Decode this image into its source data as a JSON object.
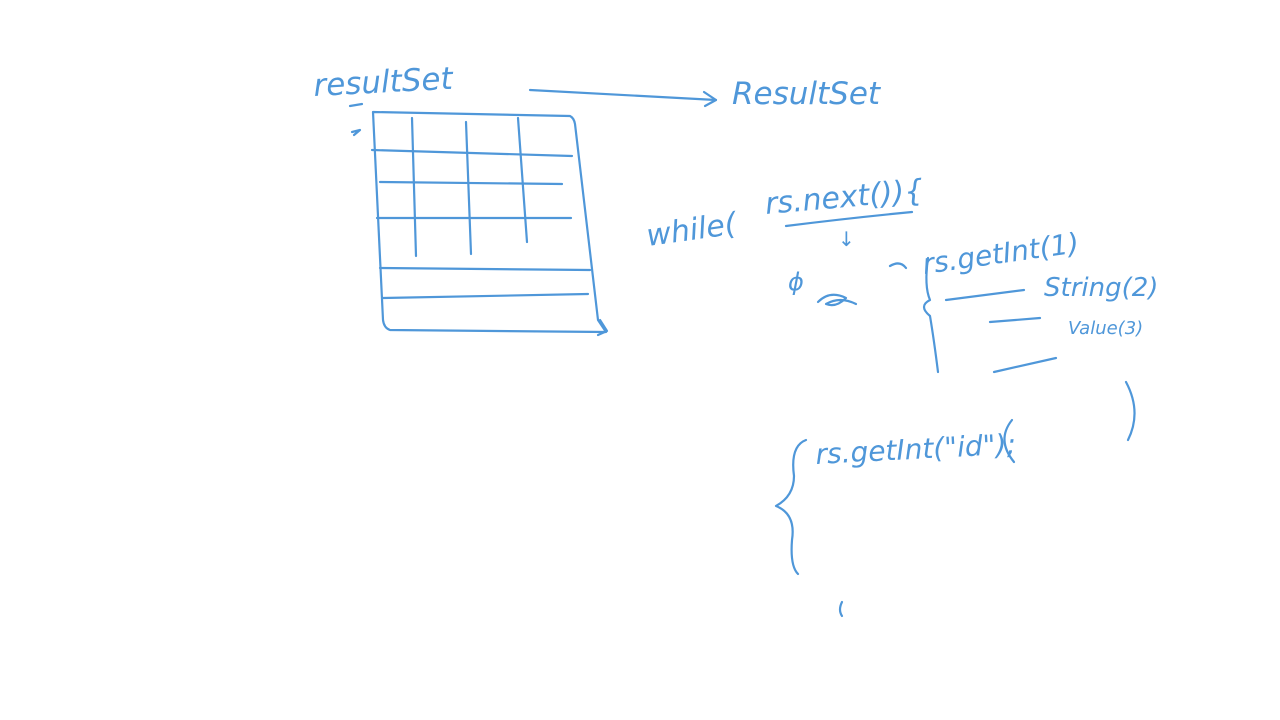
{
  "ink_color": "#4f97d9",
  "labels": {
    "result_set_var": "resultSet",
    "result_set_type": "ResultSet",
    "while_prefix": "while(",
    "next_call": "rs.next()){",
    "arrow_down": "↓",
    "phi": "ϕ",
    "get_int_1": "rs.getInt(1)",
    "get_string_2": "String(2)",
    "get_value_3": "Value(3)",
    "get_int_id": "rs.getInt(\"id\");"
  },
  "table": {
    "columns": 4,
    "rows": 6
  }
}
